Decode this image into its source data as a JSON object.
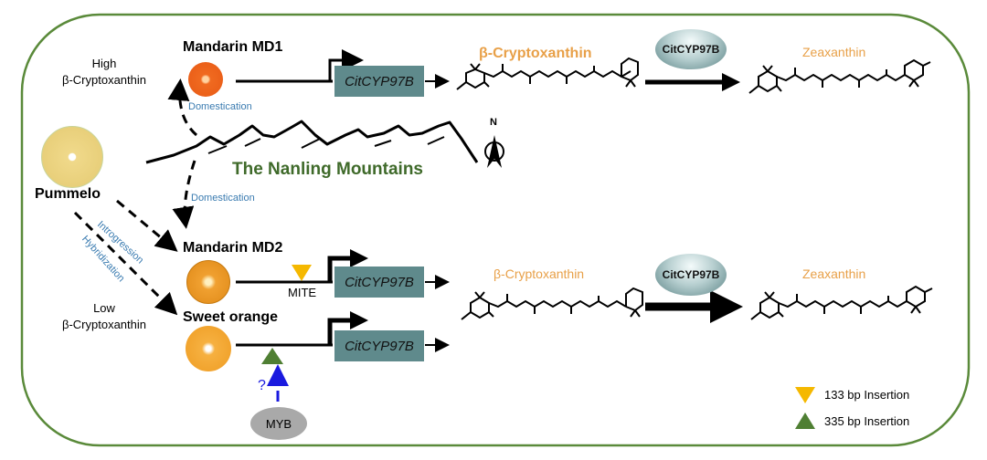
{
  "diagram": {
    "top_group": {
      "phenotype_line1": "High",
      "phenotype_line2": "β-Cryptoxanthin",
      "variety": "Mandarin MD1",
      "domestication_label": "Domestication",
      "gene": "CitCYP97B",
      "substrate": "β-Cryptoxanthin",
      "enzyme": "CitCYP97B",
      "product": "Zeaxanthin"
    },
    "origin": {
      "name": "Pummelo",
      "introgression_label": "Introgression",
      "hybridization_label": "Hybridization"
    },
    "mountains": {
      "label": "The Nanling Mountains",
      "compass_label": "N",
      "domestication_label": "Domestication"
    },
    "bottom_group": {
      "phenotype_line1": "Low",
      "phenotype_line2": "β-Cryptoxanthin",
      "md2_variety": "Mandarin MD2",
      "md2_gene": "CitCYP97B",
      "mite_label": "MITE",
      "sweet_orange_variety": "Sweet orange",
      "sweet_orange_gene": "CitCYP97B",
      "question_mark": "?",
      "regulator": "MYB",
      "substrate": "β-Cryptoxanthin",
      "enzyme": "CitCYP97B",
      "product": "Zeaxanthin"
    },
    "legend": [
      {
        "label": "133 bp Insertion",
        "shape": "triangle-down",
        "color": "#f5b800"
      },
      {
        "label": "335 bp Insertion",
        "shape": "triangle-up",
        "color": "#4f7f33"
      }
    ],
    "colors": {
      "frame": "#5a8a3a",
      "gene_box": "#5f8a8c",
      "mountain_label": "#3f6a2a",
      "carotenoid_label": "#e8a048",
      "process_label": "#3a7bb0",
      "myb_arrow": "#1a1adf",
      "myb_node": "#a9a9a9"
    }
  }
}
